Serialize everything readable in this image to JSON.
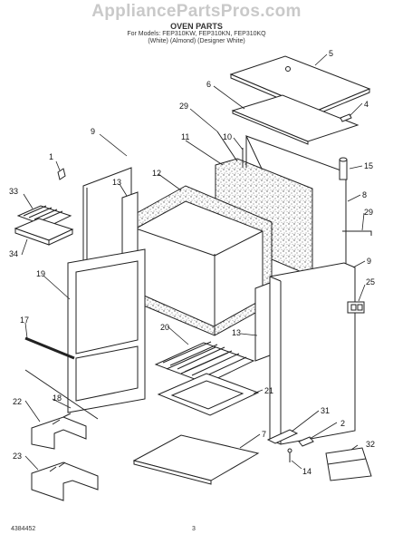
{
  "header": {
    "watermark": "AppliancePartsPros.com",
    "title": "OVEN PARTS",
    "models": "For Models: FEP310KW, FEP310KN, FEP310KQ",
    "colors": "(White)      (Almond)   (Designer White)"
  },
  "footer": {
    "part_number": "4384452",
    "page": "3"
  },
  "callouts": {
    "c1": "1",
    "c2": "2",
    "c4": "4",
    "c5": "5",
    "c6": "6",
    "c7": "7",
    "c8": "8",
    "c9a": "9",
    "c9b": "9",
    "c10": "10",
    "c11": "11",
    "c12": "12",
    "c13a": "13",
    "c13b": "13",
    "c14": "14",
    "c15": "15",
    "c17": "17",
    "c18": "18",
    "c19": "19",
    "c20": "20",
    "c21": "21",
    "c22": "22",
    "c23": "23",
    "c25": "25",
    "c29a": "29",
    "c29b": "29",
    "c31": "31",
    "c32": "32",
    "c33": "33",
    "c34": "34"
  }
}
